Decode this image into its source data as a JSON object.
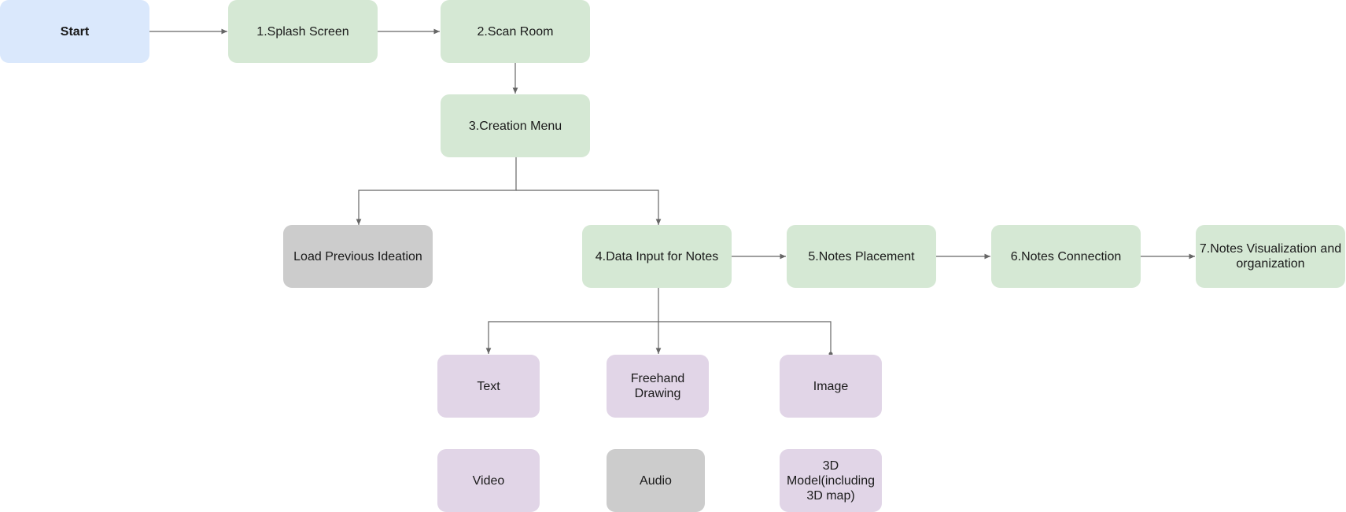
{
  "nodes": {
    "start": "Start",
    "splash": "1.Splash Screen",
    "scan": "2.Scan Room",
    "creation": "3.Creation Menu",
    "load_previous": "Load Previous Ideation",
    "data_input": "4.Data Input for Notes",
    "placement": "5.Notes Placement",
    "connection": "6.Notes Connection",
    "visualization": "7.Notes Visualization and organization",
    "text": "Text",
    "freehand": "Freehand Drawing",
    "image": "Image",
    "video": "Video",
    "audio": "Audio",
    "model3d": "3D Model(including 3D map)"
  },
  "colors": {
    "start_fill": "#dae8fc",
    "step_fill": "#d5e8d4",
    "inactive_fill": "#cccccc",
    "media_fill": "#e1d5e7",
    "connector": "#666666"
  }
}
